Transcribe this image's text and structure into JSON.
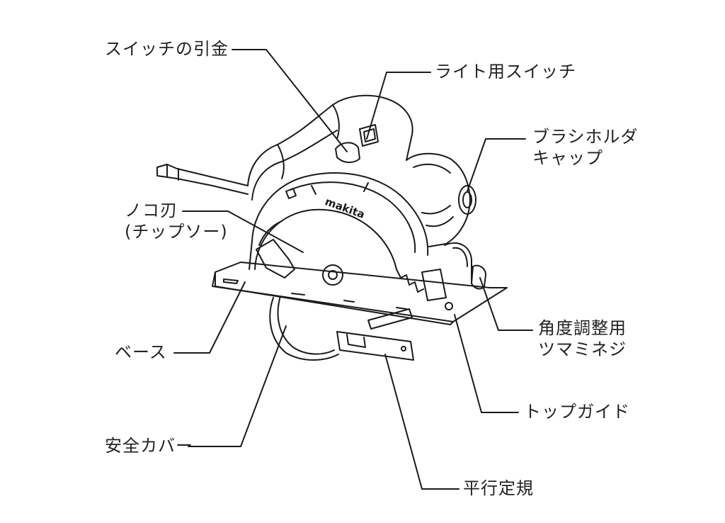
{
  "labels": {
    "switch_trigger": "スイッチの引金",
    "light_switch": "ライト用スイッチ",
    "brush_holder_cap": [
      "ブラシホルダ",
      "キャップ"
    ],
    "saw_blade": [
      "ノコ刃",
      "(チップソー)"
    ],
    "base": "ベース",
    "safety_cover": "安全カバー",
    "bevel_knob": [
      "角度調整用",
      "ツマミネジ"
    ],
    "top_guide": "トップガイド",
    "rip_fence": "平行定規"
  },
  "brand_text": "makita",
  "colors": {
    "line": "#1a1a1a",
    "text": "#222222",
    "background": "#ffffff"
  }
}
